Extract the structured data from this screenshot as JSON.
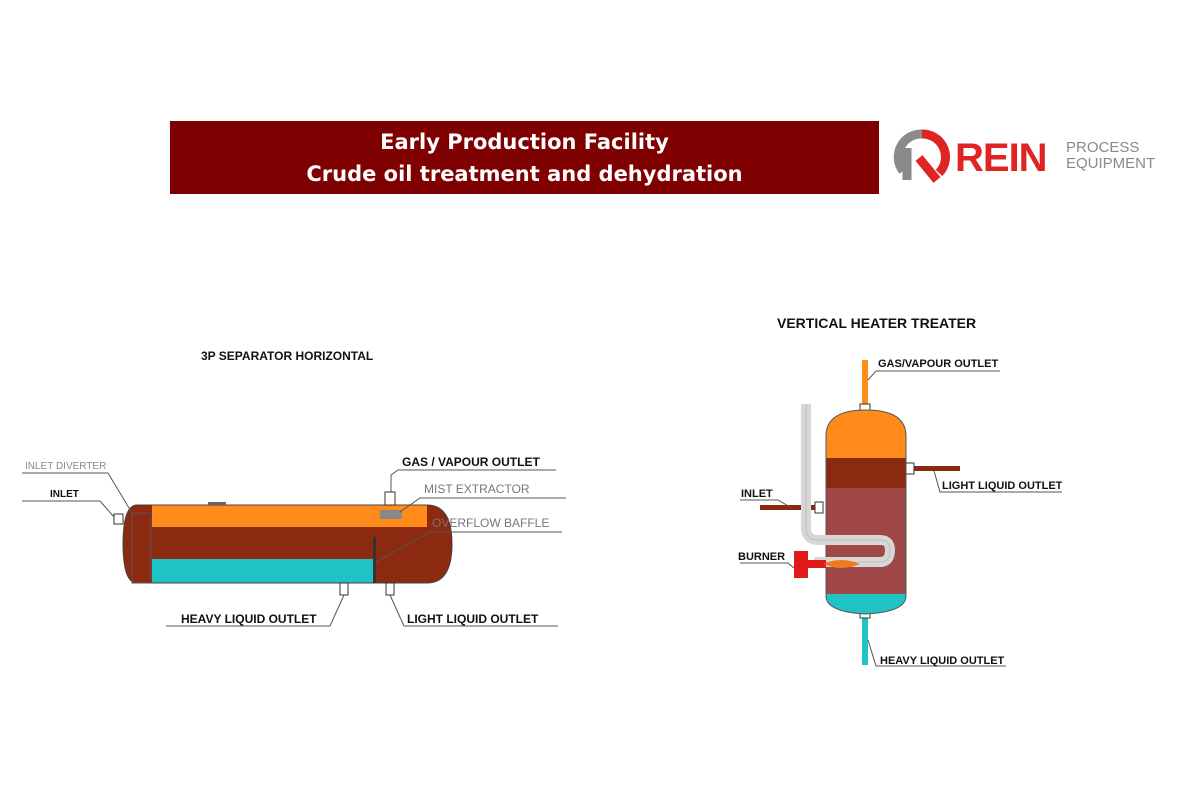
{
  "header": {
    "line1": "Early Production Facility",
    "line2": "Crude oil treatment and dehydration",
    "bg_color": "#7f0000"
  },
  "logo": {
    "brand": "REIN",
    "sub1": "PROCESS",
    "sub2": "EQUIPMENT",
    "brand_color": "#e02424",
    "mark_gray": "#8a8a8a"
  },
  "separator": {
    "title": "3P  SEPARATOR  HORIZONTAL",
    "labels": {
      "inlet_diverter": "INLET DIVERTER",
      "inlet": "INLET",
      "gas_outlet": "GAS / VAPOUR OUTLET",
      "mist_extractor": "MIST EXTRACTOR",
      "overflow_baffle": "OVERFLOW BAFFLE",
      "heavy_outlet": "HEAVY LIQUID OUTLET",
      "light_outlet": "LIGHT LIQUID OUTLET"
    }
  },
  "treater": {
    "title": "VERTICAL HEATER TREATER",
    "labels": {
      "gas_outlet": "GAS/VAPOUR OUTLET",
      "light_outlet": "LIGHT LIQUID OUTLET",
      "inlet": "INLET",
      "burner": "BURNER",
      "heavy_outlet": "HEAVY LIQUID OUTLET"
    }
  },
  "colors": {
    "gas": "#ff8c1a",
    "oil": "#8b2a10",
    "emulsion": "#a04848",
    "water": "#1fc3c3",
    "burner": "#e01a1a",
    "flame": "#f07a20"
  }
}
